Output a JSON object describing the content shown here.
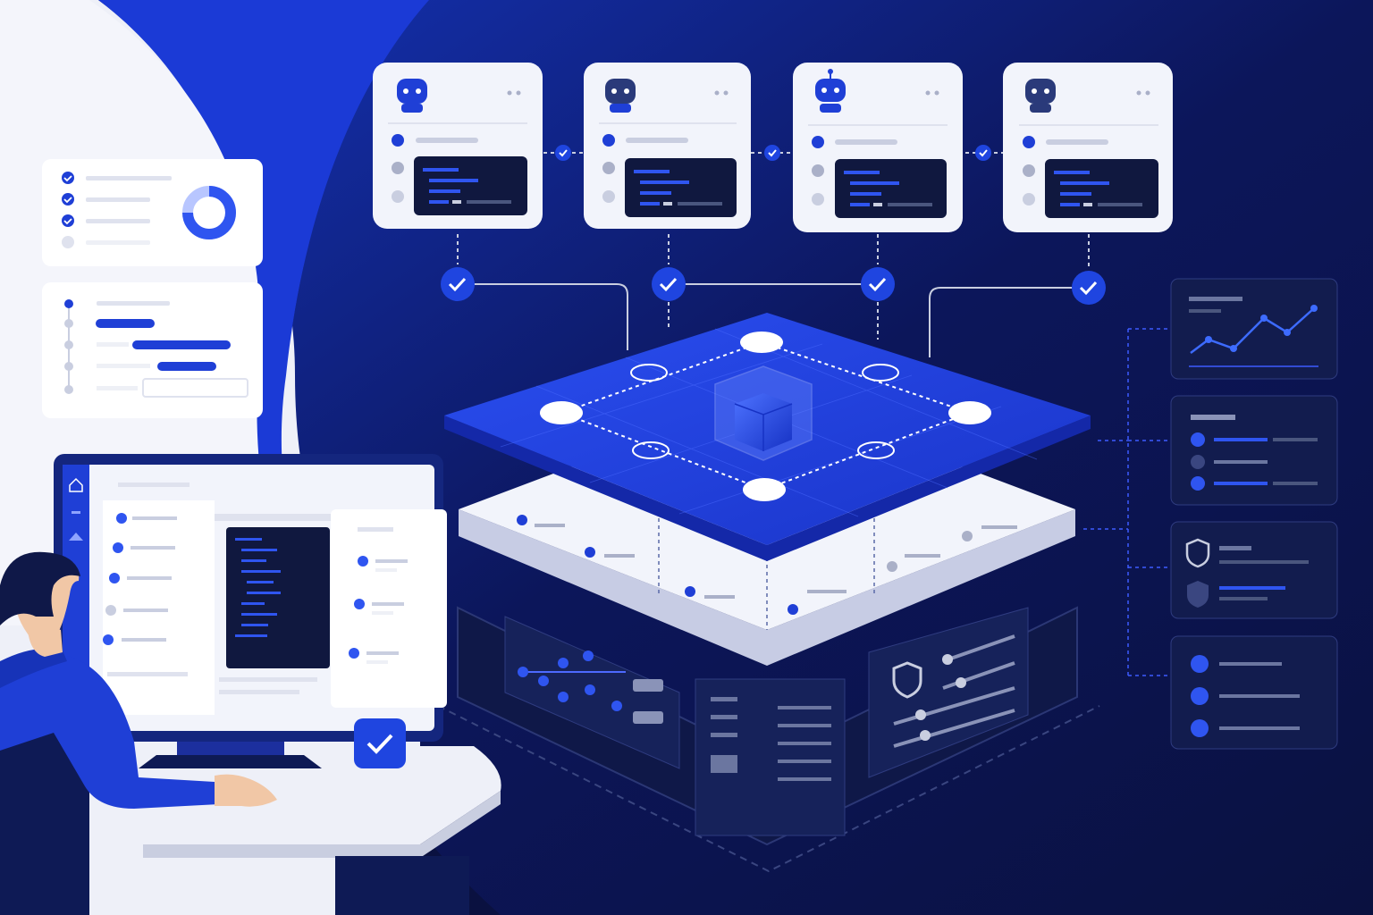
{
  "colors": {
    "background_dark": "#0a1140",
    "background_mid": "#101a5c",
    "accent_blue": "#1f3fd6",
    "accent_bright": "#2f55f0",
    "panel_white": "#f2f4fb",
    "card_dark": "#15204f",
    "line_gray": "#c9cee0",
    "check_blue": "#1f45e0"
  },
  "agent_cards": [
    {
      "icon": "robot-icon",
      "status": "checked"
    },
    {
      "icon": "robot-icon",
      "status": "checked"
    },
    {
      "icon": "robot-antenna-icon",
      "status": "checked"
    },
    {
      "icon": "robot-icon",
      "status": "checked"
    }
  ],
  "right_panels": [
    {
      "icon": "line-chart-icon"
    },
    {
      "icon": "list-icon"
    },
    {
      "icon": "shield-icon"
    },
    {
      "icon": "list-icon"
    }
  ],
  "icons": {
    "check": "check-icon",
    "cube": "cube-icon",
    "shield": "shield-icon",
    "home": "home-icon",
    "person": "person-icon",
    "monitor": "monitor-icon"
  }
}
